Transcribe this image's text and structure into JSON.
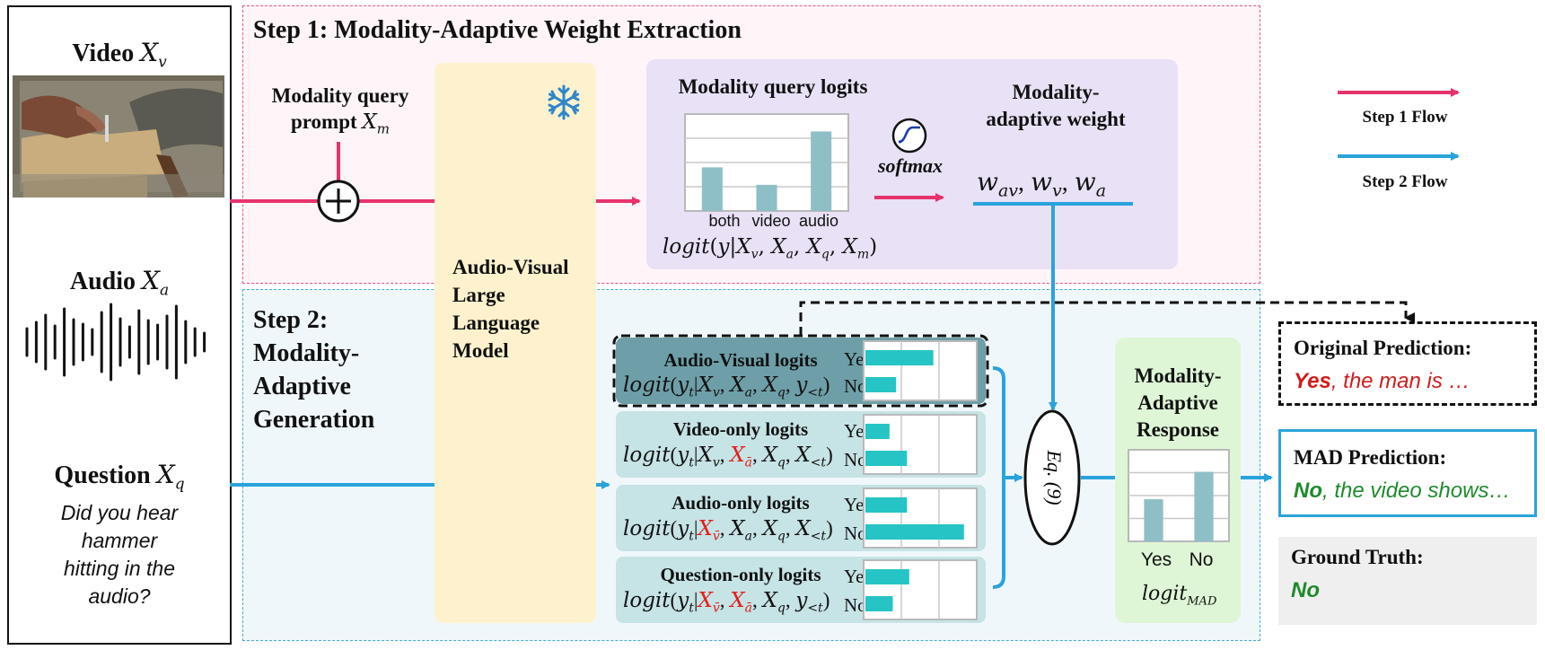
{
  "inputs": {
    "video_label": "Video",
    "video_var": "X_v",
    "audio_label": "Audio",
    "audio_var": "X_a",
    "question_label": "Question",
    "question_var": "X_q",
    "question_text": [
      "Did you hear",
      "hammer",
      "hitting in the",
      "audio?"
    ]
  },
  "step1": {
    "title": "Step 1: Modality-Adaptive Weight Extraction",
    "prompt_label": [
      "Modality query",
      "prompt"
    ],
    "prompt_var": "X_m",
    "logits_title": "Modality query logits",
    "logits_formula": "logit(y|X_v, X_a, X_q, X_m)",
    "softmax_label": "softmax",
    "weight_title": [
      "Modality-",
      "adaptive weight"
    ],
    "weight_vars": "w_av, w_v, w_a"
  },
  "llm": {
    "label": [
      "Audio-Visual",
      "Large",
      "Language",
      "Model"
    ],
    "frozen_icon": "snowflake-icon"
  },
  "step2": {
    "title": [
      "Step 2:",
      "Modality-",
      "Adaptive",
      "Generation"
    ],
    "equation_label": "Eq. (9)",
    "response_title": [
      "Modality-",
      "Adaptive",
      "Response"
    ],
    "response_formula": "logit_MAD",
    "panels": [
      {
        "title": "Audio-Visual logits",
        "formula": "logit(y_t|X_v, X_a, X_q, y_<t)",
        "yes": 0.62,
        "no": 0.28
      },
      {
        "title": "Video-only logits",
        "formula": "logit(y_t|X_v, X_ā, X_q, X_<t)",
        "yes": 0.22,
        "no": 0.38
      },
      {
        "title": "Audio-only logits",
        "formula": "logit(y_t|X_v̄, X_a, X_q, X_<t)",
        "yes": 0.38,
        "no": 0.9
      },
      {
        "title": "Question-only logits",
        "formula": "logit(y_t|X_v̄, X_ā, X_q, y_<t)",
        "yes": 0.4,
        "no": 0.25
      }
    ],
    "yes_label": "Yes",
    "no_label": "No"
  },
  "legend": {
    "step1": "Step 1 Flow",
    "step2": "Step 2 Flow"
  },
  "predictions": {
    "original_title": "Original Prediction:",
    "original_answer": "Yes",
    "original_rest": ", the man is …",
    "mad_title": "MAD Prediction:",
    "mad_answer": "No",
    "mad_rest": ", the video shows…",
    "gt_title": "Ground Truth:",
    "gt_answer": "No"
  },
  "colors": {
    "step1_flow": "#e6336b",
    "step2_flow": "#2aa3dc",
    "bar_teal": "#26c4c4",
    "bar_gray": "#8fbfc6",
    "correct": "#1e8a2c",
    "wrong": "#d01b1b"
  },
  "chart_data": [
    {
      "type": "bar",
      "categories": [
        "both",
        "video",
        "audio"
      ],
      "values": [
        0.45,
        0.27,
        0.82
      ],
      "ylim": [
        0,
        1
      ],
      "grid": true
    },
    {
      "type": "bar",
      "categories": [
        "Yes",
        "No"
      ],
      "values": [
        0.46,
        0.76
      ],
      "ylim": [
        0,
        1
      ],
      "grid": true
    }
  ]
}
